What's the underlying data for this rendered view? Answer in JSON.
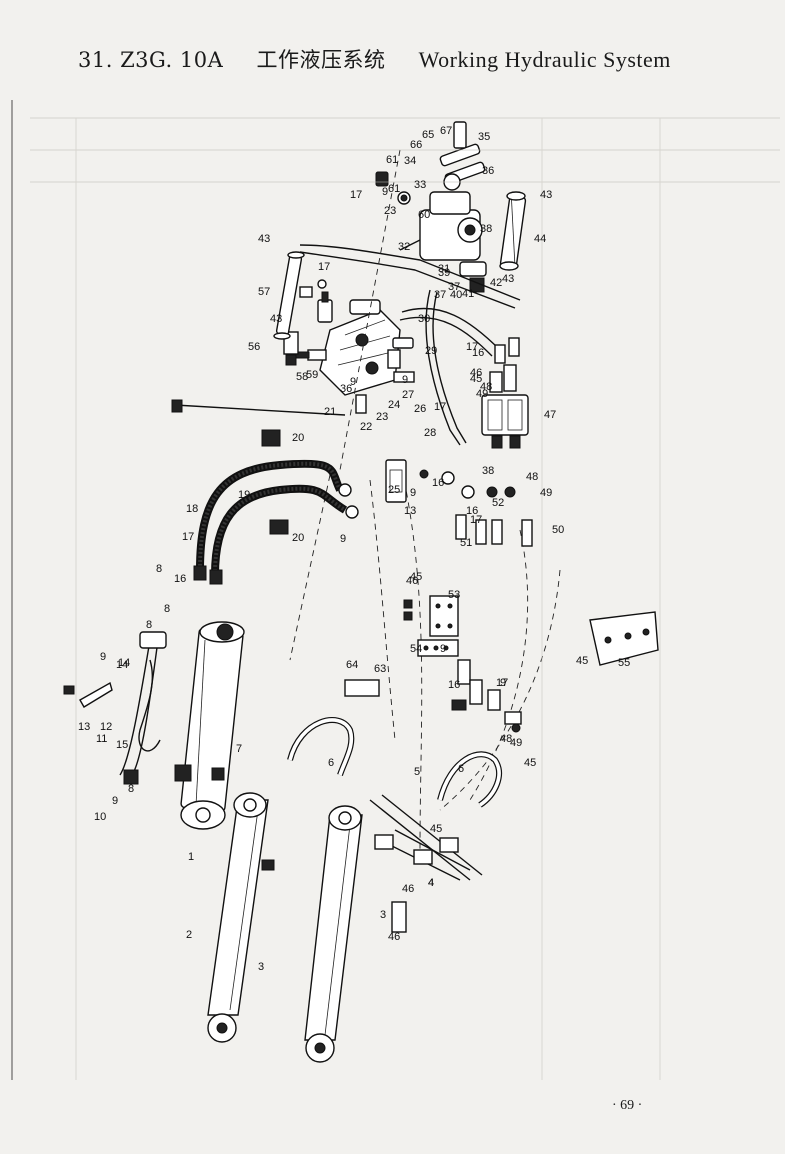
{
  "header": {
    "section_code": "31. Z3G. 10A",
    "title_cn": "工作液压系统",
    "title_en": "Working Hydraulic System"
  },
  "page_number": "· 69 ·",
  "part_labels": [
    "1",
    "2",
    "3",
    "4",
    "5",
    "6",
    "6",
    "7",
    "8",
    "8",
    "8",
    "8",
    "9",
    "9",
    "9",
    "9",
    "9",
    "9",
    "9",
    "9",
    "9",
    "10",
    "11",
    "12",
    "13",
    "13",
    "14",
    "15",
    "16",
    "16",
    "16",
    "16",
    "16",
    "17",
    "17",
    "17",
    "17",
    "17",
    "17",
    "17",
    "18",
    "19",
    "20",
    "20",
    "21",
    "22",
    "23",
    "23",
    "24",
    "25",
    "26",
    "27",
    "28",
    "29",
    "30",
    "31",
    "32",
    "33",
    "34",
    "35",
    "36",
    "36",
    "37",
    "37",
    "38",
    "38",
    "39",
    "40",
    "41",
    "42",
    "43",
    "43",
    "43",
    "43",
    "44",
    "45",
    "45",
    "45",
    "45",
    "45",
    "46",
    "46",
    "46",
    "46",
    "47",
    "48",
    "48",
    "48",
    "49",
    "49",
    "49",
    "50",
    "51",
    "52",
    "53",
    "54",
    "55",
    "56",
    "57",
    "58",
    "59",
    "60",
    "61",
    "61",
    "63",
    "64",
    "65",
    "66",
    "67",
    "14",
    "4",
    "3"
  ],
  "colors": {
    "ink": "#111111",
    "paper": "#f2f1ee",
    "bleed": "#b9b7b1"
  }
}
